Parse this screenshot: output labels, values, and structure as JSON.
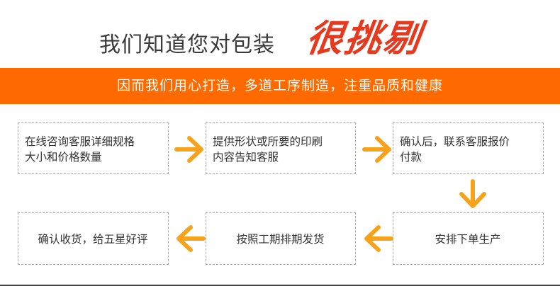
{
  "header": {
    "title_plain": "我们知道您对包装",
    "title_accent": "很挑剔"
  },
  "banner": {
    "text": "因而我们用心打造，多道工序制造，注重品质和健康"
  },
  "steps": [
    {
      "line1": "在线咨询客服详细规格",
      "line2": "大小和价格数量"
    },
    {
      "line1": "提供形状或所要的印刷",
      "line2": "内容告知客服"
    },
    {
      "line1": "确认后，联系客服报价",
      "line2": "付款"
    },
    {
      "line1": "安排下单生产"
    },
    {
      "line1": "按照工期排期发货"
    },
    {
      "line1": "确认收货，给五星好评"
    }
  ],
  "colors": {
    "accent": "#ff6a00",
    "arrow": "#f7a21b",
    "headline_accent": "#e53a1f"
  },
  "icons": {
    "arrow_right": "arrow-right-icon",
    "arrow_down": "arrow-down-icon",
    "arrow_left": "arrow-left-icon"
  }
}
